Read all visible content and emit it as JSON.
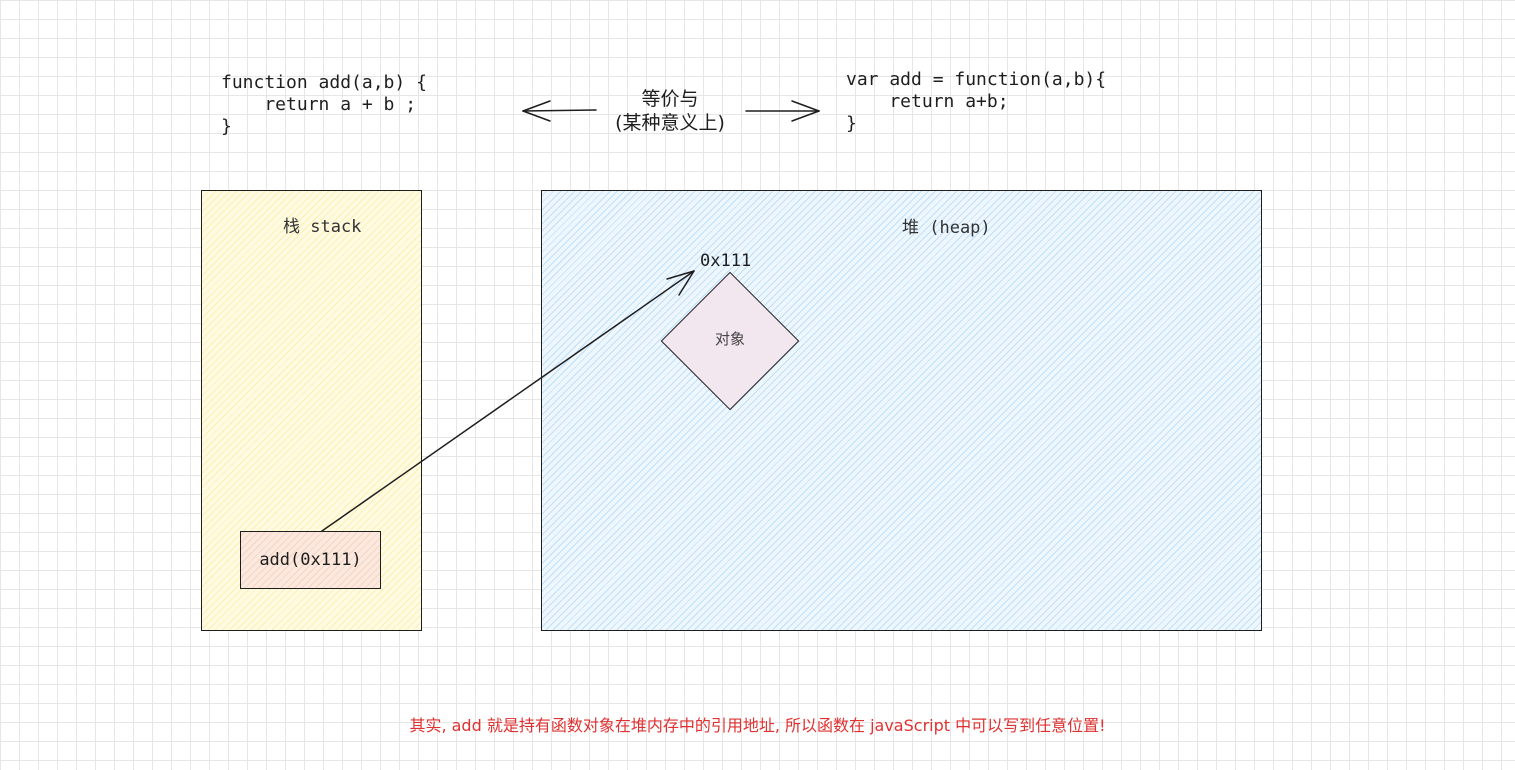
{
  "code_left": {
    "line1": "function add(a,b) {",
    "line2": "    return a + b ;",
    "line3": "}"
  },
  "code_right": {
    "line1": "var add = function(a,b){",
    "line2": "    return a+b;",
    "line3": "}"
  },
  "equivalence": {
    "line1": "等价与",
    "line2": "(某种意义上)"
  },
  "stack": {
    "title": "栈 stack",
    "cell_label": "add(0x111)"
  },
  "heap": {
    "title": "堆 (heap)",
    "object_label": "对象",
    "address_label": "0x111"
  },
  "footer_note": "其实, add 就是持有函数对象在堆内存中的引用地址, 所以函数在 javaScript 中可以写到任意位置!",
  "colors": {
    "stack_fill": "#fffbe3",
    "heap_fill": "#eef7fe",
    "cell_fill": "#fbe9df",
    "object_fill": "#f2e6ef",
    "note_text": "#e03131",
    "stroke": "#1e1e1e"
  }
}
